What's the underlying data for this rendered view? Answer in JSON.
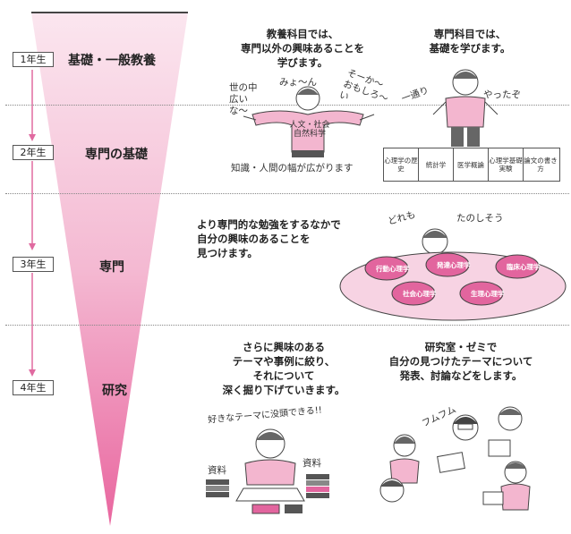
{
  "years": [
    {
      "label": "1年生",
      "stage": "基礎・一般教養"
    },
    {
      "label": "2年生",
      "stage": "専門の基礎"
    },
    {
      "label": "3年生",
      "stage": "専門"
    },
    {
      "label": "4年生",
      "stage": "研究"
    }
  ],
  "sections": {
    "s1": {
      "left_caption": "教養科目では、\n専門以外の興味あることを\n学びます。",
      "left_shout": "みょ〜ん",
      "left_side_left": "世の中\n広いな〜",
      "left_side_right": "そーか〜\nおもしろ〜い",
      "left_shirt": "人文・社会\n自然科学",
      "left_bottom": "知識・人間の幅が広がります",
      "right_caption": "専門科目では、\n基礎を学びます。",
      "right_left_bubble": "一通り",
      "right_right_bubble": "やったぞ",
      "books": [
        "心理学の歴史",
        "統計学",
        "医学概論",
        "心理学基礎実験",
        "論文の書き方"
      ]
    },
    "s2": {
      "caption": "より専門的な勉強をするなかで\n自分の興味のあることを\n見つけます。",
      "bubble_left": "どれも",
      "bubble_right": "たのしそう",
      "domes": [
        "行動心理学",
        "発達心理学",
        "臨床心理学",
        "社会心理学",
        "生理心理学"
      ]
    },
    "s3": {
      "left_caption": "さらに興味のある\nテーマや事例に絞り、\nそれについて\n深く掘り下げていきます。",
      "left_shout": "好きなテーマに没頭できる!!",
      "left_label_a": "資料",
      "left_label_b": "資料",
      "right_caption": "研究室・ゼミで\n自分の見つけたテーマについて\n発表、討論などをします。",
      "right_bubble": "フムフム"
    }
  },
  "colors": {
    "accent": "#e2659e",
    "accent_light": "#f7d3e3",
    "arrow": "#e06aa0"
  }
}
